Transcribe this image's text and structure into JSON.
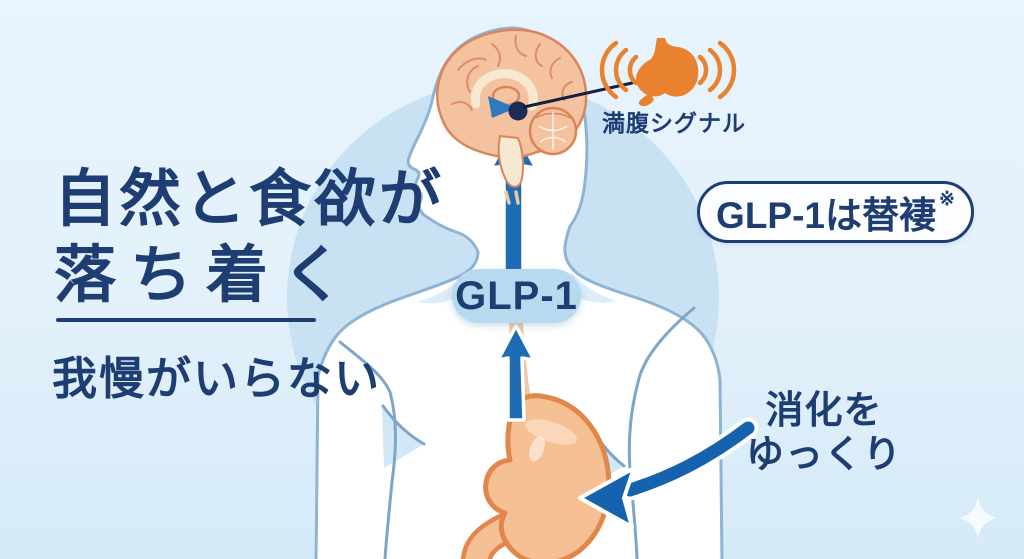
{
  "headline": {
    "line1": "自然と食欲が",
    "line2": "落ち着く",
    "subline": "我慢がいらない"
  },
  "labels": {
    "satiety_signal": "満腹シグナル",
    "glp1_pill": "GLP-1",
    "badge_text": "GLP-1は替褄",
    "badge_note_mark": "※",
    "digestion_line1": "消化を",
    "digestion_line2": "ゆっくり"
  },
  "icons": {
    "satiety": "stomach-signal-icon",
    "waves": "signal-waves-icon",
    "sparkle": "sparkle-icon"
  },
  "colors": {
    "navy": "#1e3d73",
    "arrow_blue": "#1e6cb4",
    "curved_arrow_blue": "#1563ae",
    "orange": "#e8822f",
    "brain_fill": "#f5c2a0",
    "brain_stroke": "#d8855c",
    "stomach_fill": "#f6c095",
    "stomach_stroke": "#e2874b",
    "esophagus": "#f2c8a4",
    "circle": "#c8e2f4",
    "pill_bg": "#b7daef",
    "body_outline": "#8fb4d3",
    "background_top": "#e9f4fd",
    "background_bottom": "#d5eaf8"
  }
}
